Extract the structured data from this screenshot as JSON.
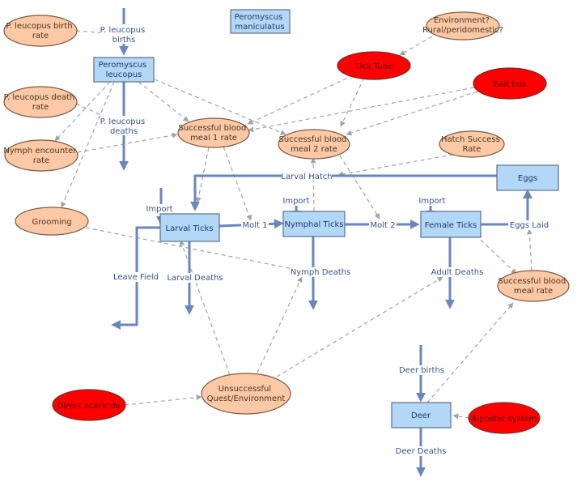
{
  "colors": {
    "stock_fill": "#b3d7f7",
    "auxiliary_fill": "#fcc9a6",
    "control_fill": "#ff0000",
    "flow_stroke": "#6a86bf",
    "link_stroke": "#a3a3a3"
  },
  "stocks": {
    "p_leucopus": [
      "Peromyscus",
      "leucopus"
    ],
    "p_maniculatus": [
      "Peromyscus",
      "maniculatus"
    ],
    "larval_ticks": [
      "Larval Ticks"
    ],
    "nymphal_ticks": [
      "Nymphal Ticks"
    ],
    "female_ticks": [
      "Female Ticks"
    ],
    "eggs": [
      "Eggs"
    ],
    "deer": [
      "Deer"
    ]
  },
  "auxiliaries": {
    "p_leucopus_birth_rate": [
      "P. leucopus birth",
      "rate"
    ],
    "p_leucopus_death_rate": [
      "P. leucopus death",
      "rate"
    ],
    "nymph_encounter_rate": [
      "Nymph encounter",
      "rate"
    ],
    "grooming": [
      "Grooming"
    ],
    "environment": [
      "Environment?",
      "Rural/peridomestic?"
    ],
    "blood_meal_1": [
      "Successful blood",
      "meal 1 rate"
    ],
    "blood_meal_2": [
      "Successful blood",
      "meal 2 rate"
    ],
    "hatch_success": [
      "Hatch Success",
      "Rate"
    ],
    "blood_meal_female": [
      "Successful blood",
      "meal rate"
    ],
    "unsuccessful": [
      "Unsuccessful",
      "Quest/Environment"
    ]
  },
  "controls": {
    "tick_tube": [
      "Tick Tube"
    ],
    "bait_box": [
      "Bait box"
    ],
    "direct_acaricide": [
      "Direct acaricide"
    ],
    "four_poster": [
      "4-poster system"
    ]
  },
  "flows": {
    "p_leucopus_births": [
      "P. leucopus",
      "births"
    ],
    "p_leucopus_deaths": [
      "P. leucopus",
      "deaths"
    ],
    "larval_hatch": [
      "Larval Hatch"
    ],
    "import_larval": [
      "Import"
    ],
    "import_nymphal": [
      "Import"
    ],
    "import_female": [
      "Import"
    ],
    "leave_field": [
      "Leave Field"
    ],
    "larval_deaths": [
      "Larval Deaths"
    ],
    "molt_1": [
      "Molt 1"
    ],
    "nymph_deaths": [
      "Nymph Deaths"
    ],
    "molt_2": [
      "Molt 2"
    ],
    "adult_deaths": [
      "Adult Deaths"
    ],
    "eggs_laid": [
      "Eggs Laid"
    ],
    "deer_births": [
      "Deer births"
    ],
    "deer_deaths": [
      "Deer Deaths"
    ]
  }
}
